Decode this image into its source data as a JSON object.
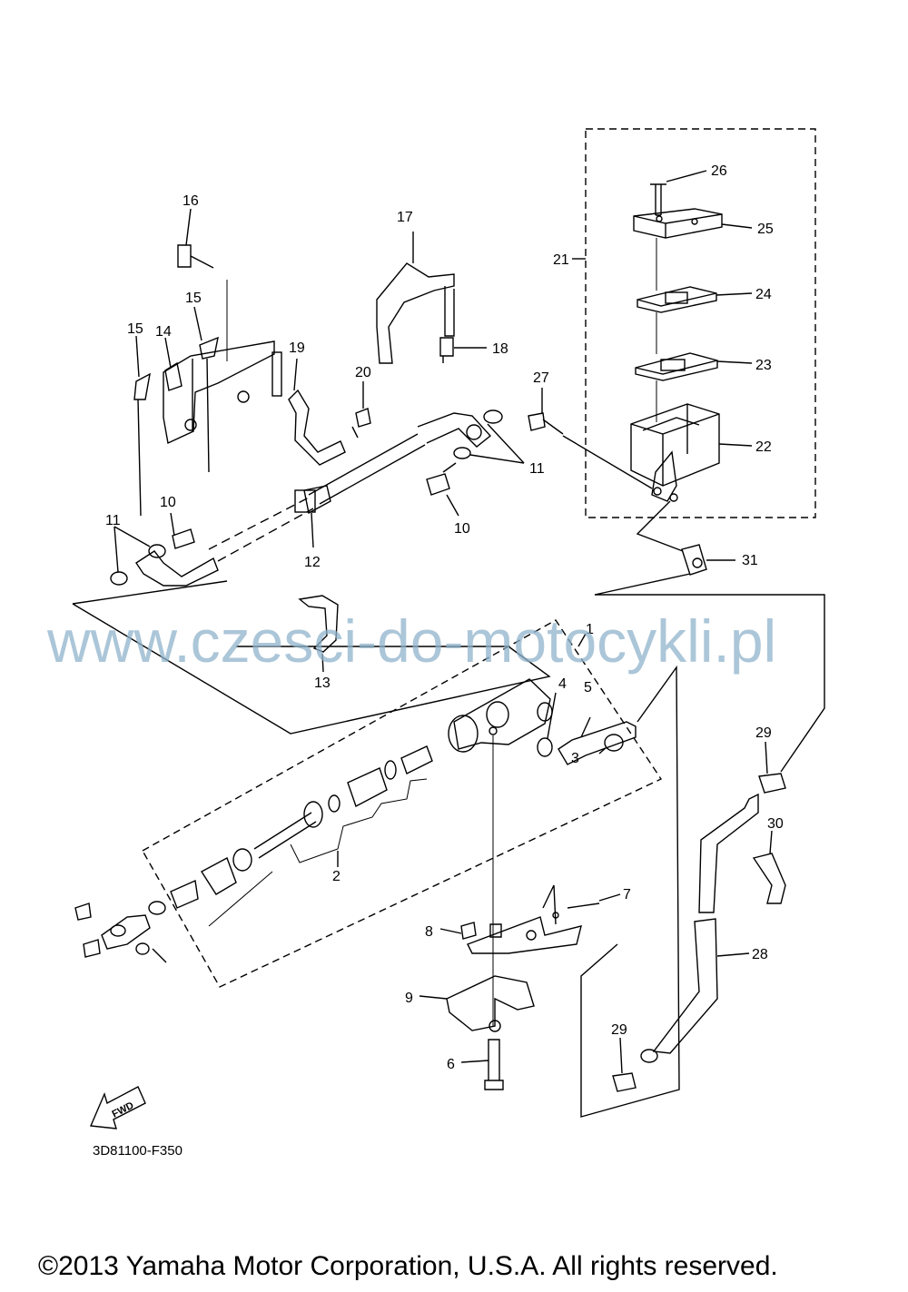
{
  "diagram": {
    "callouts": [
      "1",
      "2",
      "3",
      "4",
      "5",
      "6",
      "7",
      "8",
      "9",
      "10",
      "10",
      "11",
      "11",
      "12",
      "13",
      "14",
      "15",
      "15",
      "16",
      "17",
      "18",
      "19",
      "20",
      "21",
      "22",
      "23",
      "24",
      "25",
      "26",
      "27",
      "28",
      "29",
      "29",
      "30",
      "31"
    ],
    "catalog_code": "3D81100-F350",
    "fwd_label": "FWD"
  },
  "watermark": "www.czesci-do-motocykli.pl",
  "copyright": "©2013 Yamaha Motor Corporation, U.S.A. All rights reserved."
}
